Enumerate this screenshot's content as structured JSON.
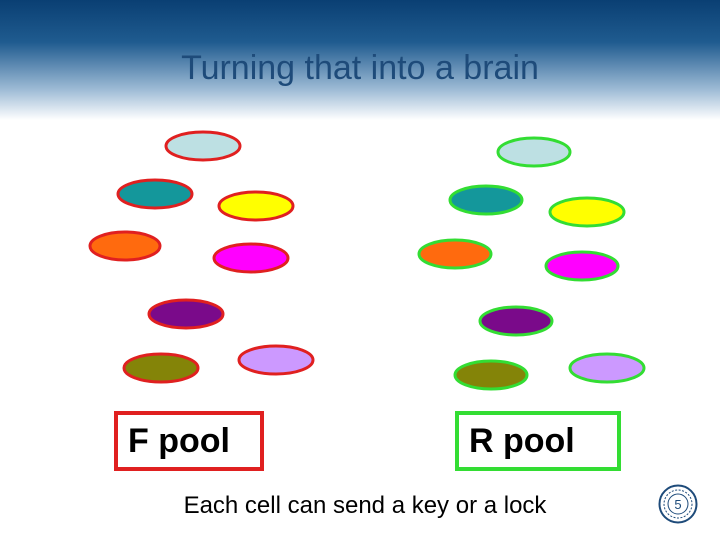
{
  "slide": {
    "title": "Turning that into a brain",
    "caption": "Each cell can send a key or a lock",
    "page_number": "5"
  },
  "pools": {
    "f": {
      "label": "F pool",
      "border_color": "#e02020"
    },
    "r": {
      "label": "R pool",
      "border_color": "#33dd33"
    }
  },
  "cell_colors": [
    "#bde0e3",
    "#14979b",
    "#ffff00",
    "#ff6a0e",
    "#ff00ff",
    "#7a0a8a",
    "#848408",
    "#cc99ff"
  ]
}
